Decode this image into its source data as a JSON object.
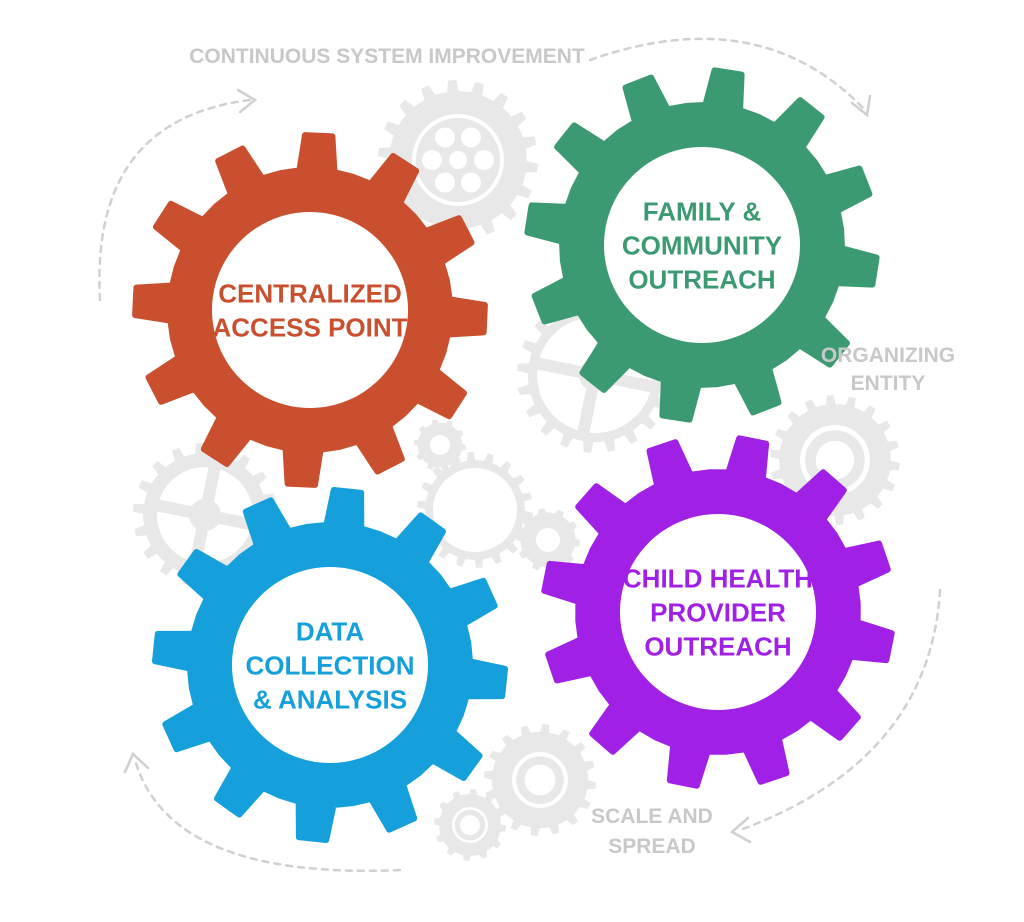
{
  "cycle_labels": {
    "top": "CONTINUOUS SYSTEM IMPROVEMENT",
    "right": [
      "ORGANIZING",
      "ENTITY"
    ],
    "bottom": [
      "SCALE AND",
      "SPREAD"
    ]
  },
  "gears": [
    {
      "id": "centralized-access-point",
      "color": "#C94F2E",
      "lines": [
        "CENTRALIZED",
        "ACCESS POINT"
      ]
    },
    {
      "id": "family-community-outreach",
      "color": "#3C9A72",
      "lines": [
        "FAMILY &",
        "COMMUNITY",
        "OUTREACH"
      ]
    },
    {
      "id": "data-collection-analysis",
      "color": "#15A0DB",
      "lines": [
        "DATA",
        "COLLECTION",
        "& ANALYSIS"
      ]
    },
    {
      "id": "child-health-provider-outreach",
      "color": "#A020E6",
      "lines": [
        "CHILD HEALTH",
        "PROVIDER",
        "OUTREACH"
      ]
    }
  ],
  "colors": {
    "background_gear": "#E8E8E8",
    "label_gray": "#C8C8C8",
    "dashed_arrow": "#D0D0D0"
  }
}
